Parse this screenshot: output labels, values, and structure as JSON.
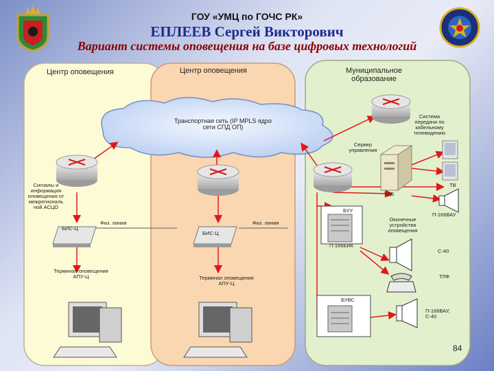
{
  "header": {
    "organization": "ГОУ «УМЦ по ГОЧС РК»",
    "author": "ЕПЛЕЕВ Сергей Викторович",
    "title": "Вариант системы оповещения на базе цифровых технологий"
  },
  "zones": {
    "left": "Центр оповещения",
    "middle": "Центр оповещения",
    "right": "Муниципальное образование"
  },
  "labels": {
    "transport_network": "Транспортная сеть (IP MPLS ядро сети СПД ОП)",
    "cable_tv_system": "Система передачи по кабельному телевидению",
    "control_server": "Сервер управления",
    "signals_info": "Сигналы и информация оповещения от межрегиональ ной АСЦО",
    "tv": "ТВ",
    "udb": "УДБ",
    "buu": "БУУ",
    "p166vau_top": "П-166ВАУ",
    "terminal_devices": "Оконечные устройства оповещения",
    "bis_left": "БИС-Ц",
    "phys_line_left": "Физ. линия",
    "bis_mid": "БИС-Ц",
    "phys_line_mid": "Физ. линия",
    "p166bik": "П-166БИК",
    "c40": "С-40",
    "terminal_left": "Терминал оповещения АПУ-Ц",
    "terminal_mid": "Терминал оповещения АПУ-Ц",
    "tlf": "ТЛФ",
    "buvs": "БУВС",
    "p166vau_c40": "П-166ВАУ, С-40"
  },
  "page_number": "84",
  "colors": {
    "left_zone": "#fdfbd6",
    "middle_zone": "#fad7b0",
    "right_zone": "#e3f0cd",
    "link": "#e01818",
    "router": "#c8c8c8"
  }
}
